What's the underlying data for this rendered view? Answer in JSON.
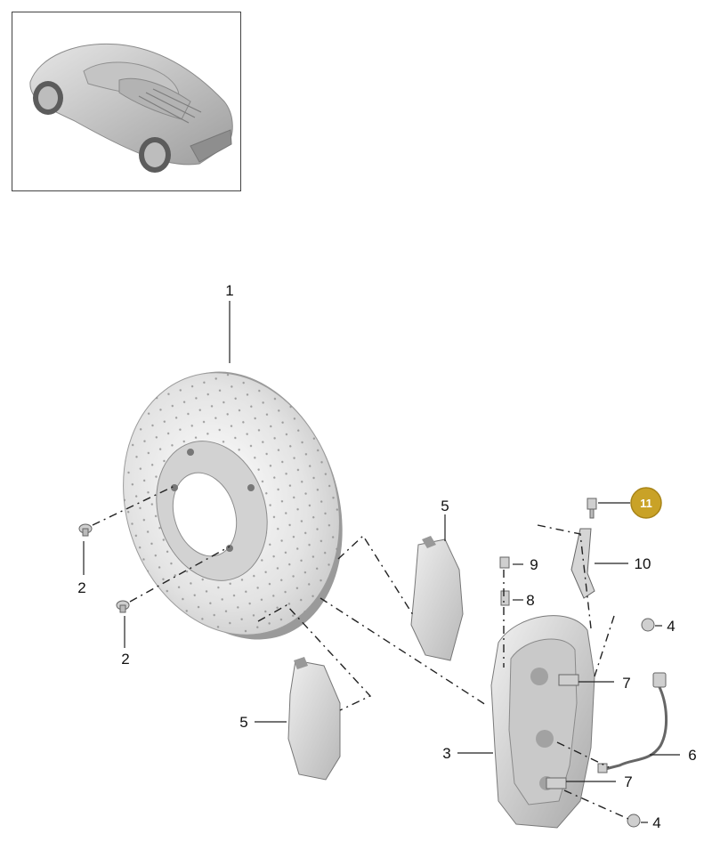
{
  "diagram": {
    "callouts": {
      "c1": "1",
      "c2a": "2",
      "c2b": "2",
      "c3": "3",
      "c4a": "4",
      "c4b": "4",
      "c5a": "5",
      "c5b": "5",
      "c6": "6",
      "c7a": "7",
      "c7b": "7",
      "c8": "8",
      "c9": "9",
      "c10": "10",
      "c11": "11"
    },
    "colors": {
      "highlight_badge": "#c9a227",
      "part_fill": "#d8d8d8",
      "part_shade": "#a9a9a9",
      "line": "#222222"
    }
  }
}
